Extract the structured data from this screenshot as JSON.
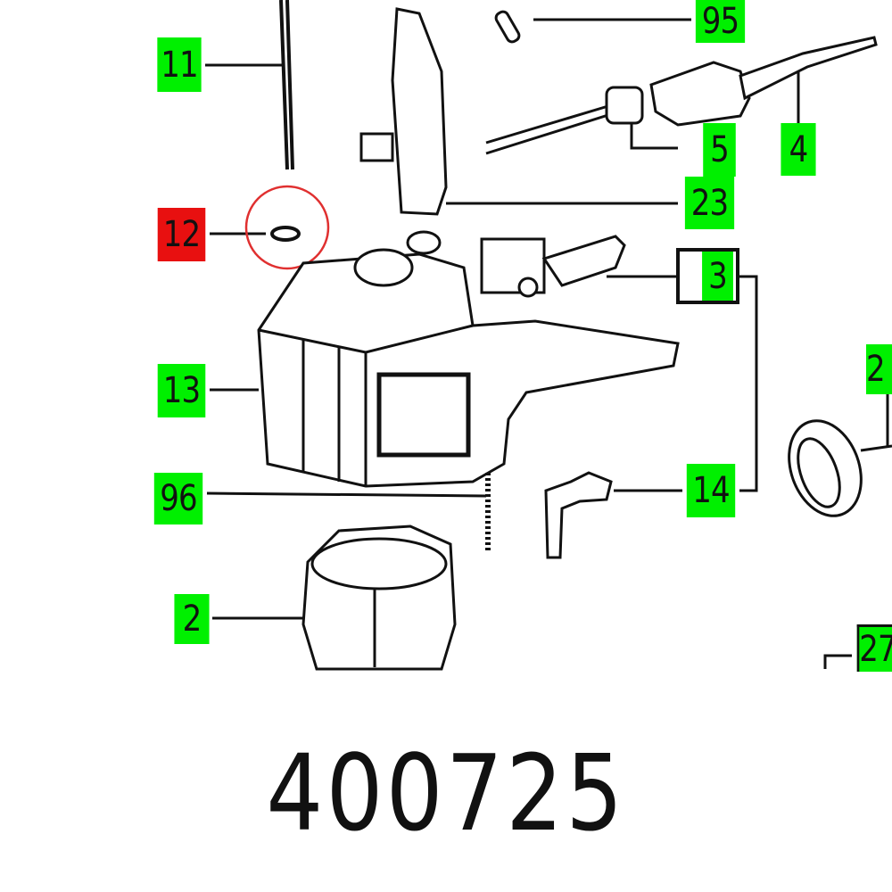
{
  "diagram": {
    "labels": {
      "l95": "95",
      "l11": "11",
      "l5": "5",
      "l4": "4",
      "l23": "23",
      "l12": "12",
      "l3": "3",
      "l13": "13",
      "l2r": "2",
      "l96": "96",
      "l14": "14",
      "l2": "2",
      "l27": "27"
    },
    "highlighted_label": "12",
    "part_number": "400725",
    "colors": {
      "label": "#00f000",
      "highlight": "#e81010",
      "circle": "#e03030",
      "line": "#111111"
    }
  }
}
